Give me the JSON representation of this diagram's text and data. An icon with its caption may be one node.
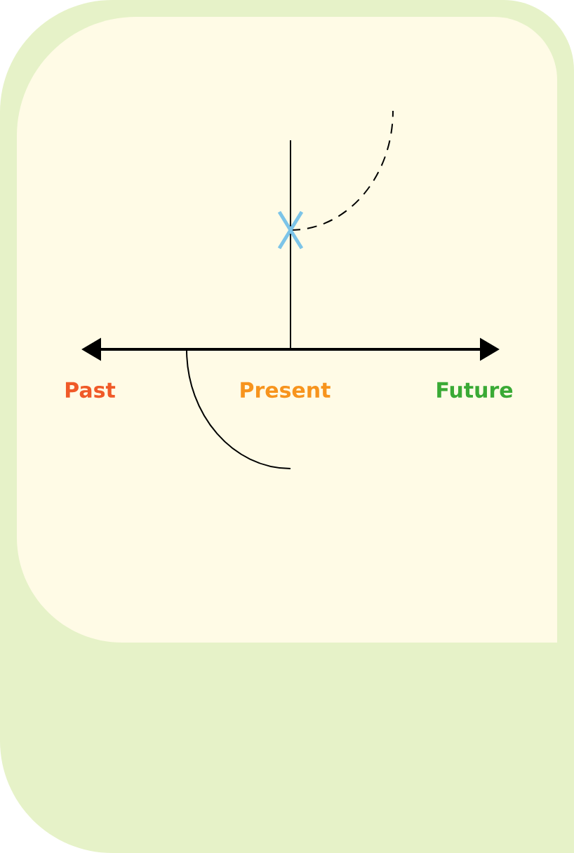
{
  "diagram": {
    "labels": [
      "Past",
      "Present",
      "Future"
    ]
  }
}
